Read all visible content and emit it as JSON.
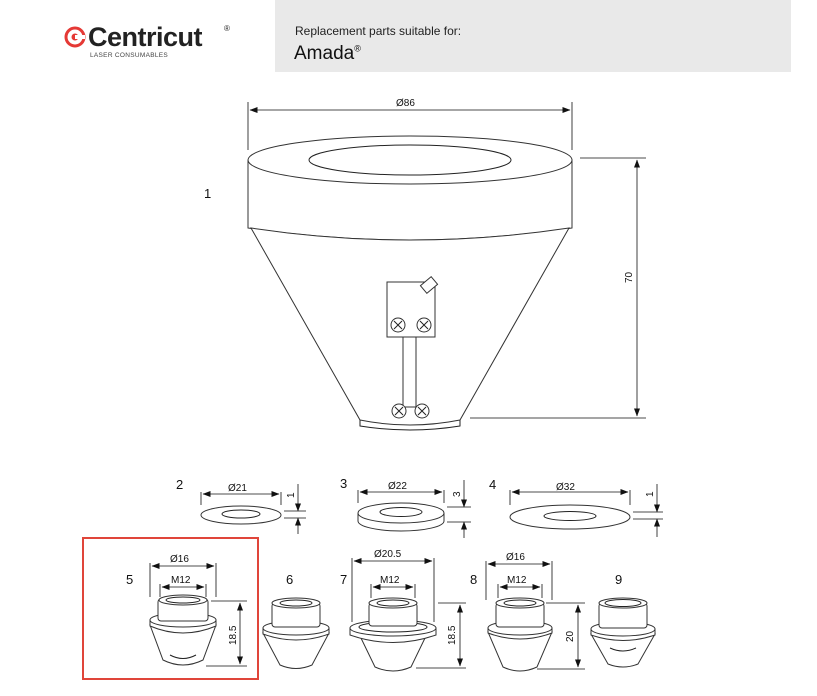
{
  "brand": {
    "name": "Centricut",
    "registered": "®",
    "tagline": "LASER CONSUMABLES",
    "color": "#e53935"
  },
  "header": {
    "subtitle": "Replacement parts suitable for:",
    "title": "Amada",
    "registered": "®",
    "background": "#e9e9e9"
  },
  "highlight_color": "#e0453a",
  "parts": [
    {
      "number": "1",
      "dims": [
        "Ø86",
        "70"
      ]
    },
    {
      "number": "2",
      "dims": [
        "Ø21",
        "1"
      ]
    },
    {
      "number": "3",
      "dims": [
        "Ø22",
        "3"
      ]
    },
    {
      "number": "4",
      "dims": [
        "Ø32",
        "1"
      ]
    },
    {
      "number": "5",
      "dims": [
        "Ø16",
        "M12",
        "18.5"
      ],
      "highlighted": true
    },
    {
      "number": "6",
      "dims": []
    },
    {
      "number": "7",
      "dims": [
        "Ø20.5",
        "M12",
        "18.5"
      ]
    },
    {
      "number": "8",
      "dims": [
        "Ø16",
        "M12",
        "20"
      ]
    },
    {
      "number": "9",
      "dims": []
    }
  ]
}
